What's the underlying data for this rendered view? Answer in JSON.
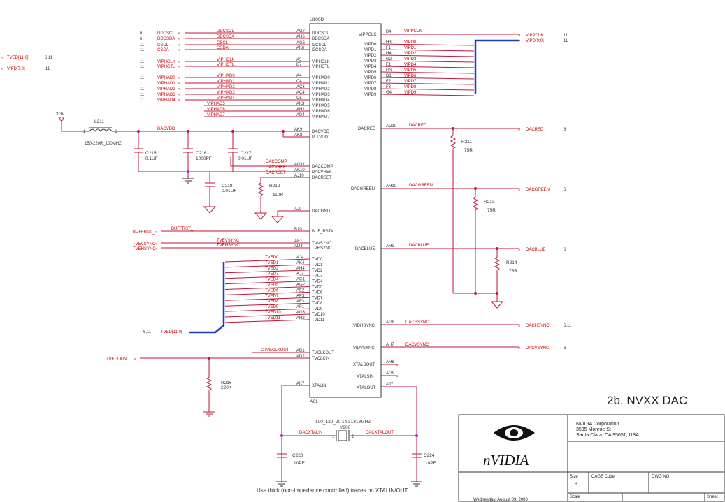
{
  "title": "2b. NVXX DAC",
  "note": "Use thick (non-impedance controlled) traces on XTALIN/OUT",
  "ic": {
    "ref": "U100D",
    "sub": "A01",
    "left_top": [
      {
        "sheet": "6",
        "port": "DDCSCL",
        "net": "DDCSCL",
        "num": "AG7",
        "name": "DDCSCL"
      },
      {
        "sheet": "6",
        "port": "DDCSDA",
        "net": "DDCSDA",
        "num": "AH6",
        "name": "DDCSDA"
      },
      {
        "sheet": "11",
        "port": "CSCL",
        "net": "CSCL",
        "num": "AG6",
        "name": "I2CSCL"
      },
      {
        "sheet": "11",
        "port": "CSDA",
        "net": "CSDA",
        "num": "AK6",
        "name": "I2CSDA"
      },
      {
        "sheet": "11",
        "port": "VIPHCLK",
        "net": "VIPHCLK",
        "num": "A5",
        "name": "VIPHCLK"
      },
      {
        "sheet": "11",
        "port": "VIPHCTL",
        "net": "VIPHCTL",
        "num": "B7",
        "name": "VIPHCTL"
      },
      {
        "sheet": "11",
        "port": "VIPHAD0",
        "net": "VIPHAD0",
        "num": "A4",
        "name": "VIPHAD0"
      },
      {
        "sheet": "11",
        "port": "VIPHAD1",
        "net": "VIPHAD1",
        "num": "C4",
        "name": "VIPHAD1"
      },
      {
        "sheet": "11",
        "port": "VIPHAD2",
        "net": "VIPHAD2",
        "num": "AC3",
        "name": "VIPHAD2"
      },
      {
        "sheet": "11",
        "port": "VIPHAD3",
        "net": "VIPHAD3",
        "num": "AC4",
        "name": "VIPHAD3"
      },
      {
        "sheet": "11",
        "port": "VIPHAD4",
        "net": "VIPHAD4",
        "num": "C5",
        "name": "VIPHAD4"
      },
      {
        "sheet": "",
        "port": "",
        "net": "VIPHAD5",
        "num": "AK3",
        "name": "VIPHAD5"
      },
      {
        "sheet": "",
        "port": "",
        "net": "VIPHAD6",
        "num": "AH1",
        "name": "VIPHAD6"
      },
      {
        "sheet": "",
        "port": "",
        "net": "VIPHAD7",
        "num": "AD4",
        "name": "VIPHAD7"
      }
    ],
    "left_dac": [
      {
        "net": "DACVDD",
        "num": "AK9",
        "name": "DACVDD"
      },
      {
        "net": "",
        "num": "AK8",
        "name": "PLLVDD"
      },
      {
        "net": "DACCOMP",
        "num": "AG11",
        "name": "DACCOMP"
      },
      {
        "net": "DACVREF",
        "num": "AK10",
        "name": "DACVREF"
      },
      {
        "net": "DACRSET",
        "num": "AJ10",
        "name": "DACRSET"
      },
      {
        "net": "",
        "num": "AJ9",
        "name": "DACGND"
      },
      {
        "net": "BUFFRST_",
        "num": "B10",
        "name": "BUF_RST#"
      },
      {
        "net": "TVEVSYNC",
        "num": "AE1",
        "name": "TVVSYNC"
      },
      {
        "net": "TVEHSYNC",
        "num": "AD3",
        "name": "TVHSYNC"
      }
    ],
    "tvd": [
      {
        "net": "TVED0",
        "num": "AJ4",
        "name": "TVD0"
      },
      {
        "net": "TVED1",
        "num": "AK4",
        "name": "TVD1"
      },
      {
        "net": "TVED2",
        "num": "AH4",
        "name": "TVD2"
      },
      {
        "net": "TVED3",
        "num": "AJ3",
        "name": "TVD3"
      },
      {
        "net": "TVED4",
        "num": "AG1",
        "name": "TVD4"
      },
      {
        "net": "TVED5",
        "num": "AG2",
        "name": "TVD5"
      },
      {
        "net": "TVED6",
        "num": "AE2",
        "name": "TVD6"
      },
      {
        "net": "TVED7",
        "num": "AE3",
        "name": "TVD7"
      },
      {
        "net": "TVED8",
        "num": "AF3",
        "name": "TVD8"
      },
      {
        "net": "TVED9",
        "num": "AF1",
        "name": "TVD9"
      },
      {
        "net": "TVED10",
        "num": "AG3",
        "name": "TVD10"
      },
      {
        "net": "TVED11",
        "num": "AH2",
        "name": "TVD11"
      }
    ],
    "left_bottom": [
      {
        "net": "CTVECLKOUT",
        "num": "AD1",
        "name": "TVCLKOUT"
      },
      {
        "net": "",
        "num": "AD2",
        "name": "TVCLKIN"
      },
      {
        "net": "",
        "num": "AK7",
        "name": "XTALIN"
      }
    ],
    "right_vip": [
      {
        "net": "VIPD0",
        "num": "H3",
        "name": "VIPD0"
      },
      {
        "net": "VIPD1",
        "num": "F1",
        "name": "VIPD1"
      },
      {
        "net": "VIPD2",
        "num": "H4",
        "name": "VIPD2"
      },
      {
        "net": "VIPD3",
        "num": "G2",
        "name": "VIPD3"
      },
      {
        "net": "VIPD4",
        "num": "E1",
        "name": "VIPD4"
      },
      {
        "net": "VIPD5",
        "num": "G3",
        "name": "VIPD5"
      },
      {
        "net": "VIPD6",
        "num": "D1",
        "name": "VIPD6"
      },
      {
        "net": "VIPD7",
        "num": "F2",
        "name": "VIPD7"
      },
      {
        "net": "VIPD8",
        "num": "F3",
        "name": "VIPD8"
      },
      {
        "net": "VIPD9",
        "num": "G4",
        "name": "VIPD9"
      }
    ],
    "right_pins": {
      "vippclk": {
        "name": "VIPPCLK",
        "num": "B4",
        "net": "VIPPCLK"
      },
      "dacred": {
        "name": "DACRED",
        "num": "AG10",
        "net": "DACRED"
      },
      "dacgreen": {
        "name": "DACGREEN",
        "num": "AH10",
        "net": "DACGREEN"
      },
      "dacblue": {
        "name": "DACBLUE",
        "num": "AH9",
        "net": "DACBLUE"
      },
      "vidhsync": {
        "name": "VIDHSYNC",
        "num": "AG8",
        "net": "DACHSYNC"
      },
      "vidvsync": {
        "name": "VIDVSYNC",
        "num": "AH7",
        "net": "DACVSYNC"
      },
      "xtalsout": {
        "name": "XTALSOUT",
        "num": "AH8"
      },
      "xtalsin": {
        "name": "XTALSIN",
        "num": "AG9"
      },
      "xtalout": {
        "name": "XTALOUT",
        "num": "AJ7"
      }
    }
  },
  "ports": {
    "tved_bus": "TVED[11:0]",
    "tved_bus_sheet": "6,11",
    "vipd_left": "VIPD[7:0]",
    "vipd_left_sheet": "11",
    "vippclk": "VIPPCLK",
    "vippclk_sheet": "11",
    "vipd_right": "VIPD[9:0]",
    "vipd_right_sheet": "11",
    "dacred": "DACRED",
    "dacred_sheet": "6",
    "dacgreen": "DACGREEN",
    "dacgreen_sheet": "6",
    "dacblue": "DACBLUE",
    "dacblue_sheet": "6",
    "dachsync": "DACHSYNC",
    "dachsync_sheet": "6,11",
    "dacvsync": "DACVSYNC",
    "dacvsync_sheet": "6",
    "buffrst": "BUFFRST_",
    "tvevsync": "TVEVSYNC",
    "tvehsync": "TVEHSYNC",
    "tved_bottom": "TVED[11:0]",
    "tved_bottom_sheet": "6,11",
    "tveclkin": "TVECLKIN"
  },
  "components": {
    "power": "3.3V",
    "l211": {
      "ref": "L211",
      "value": "150-220R_100MHZ",
      "pin1": "1",
      "pin2": "2"
    },
    "c215": {
      "ref": "C215",
      "value": "0.1UF"
    },
    "c216": {
      "ref": "C216",
      "value": "1000PF"
    },
    "c217": {
      "ref": "C217",
      "value": "0.01UF"
    },
    "c218": {
      "ref": "C218",
      "value": "0.01UF"
    },
    "r212": {
      "ref": "R212",
      "value": "110R"
    },
    "r211": {
      "ref": "R211",
      "value": "75R"
    },
    "r213": {
      "ref": "R213",
      "value": "75R"
    },
    "r214": {
      "ref": "R214",
      "value": "75R"
    },
    "r216": {
      "ref": "R216",
      "value": "220K"
    },
    "y200": {
      "ref": "Y200",
      "value": "100_120_20 14.31818MHZ"
    },
    "c223": {
      "ref": "C223",
      "value": "10PF"
    },
    "c224": {
      "ref": "C224",
      "value": "10PF"
    },
    "dacxtalin": "DACXTALIN",
    "dacxtalout": "DACXTALOUT"
  },
  "titleblock": {
    "logo": "nVIDIA",
    "company": "NVIDIA Corporation",
    "addr1": "3535 Monroe St",
    "addr2": "Santa Clara, CA 95051, USA",
    "size_label": "Size",
    "size": "B",
    "cage_label": "CAGE Code",
    "dwg_label": "DWG NO",
    "date": "Wednesday, August 09, 2000",
    "scale_label": "Scale",
    "sheet_label": "Sheet"
  }
}
